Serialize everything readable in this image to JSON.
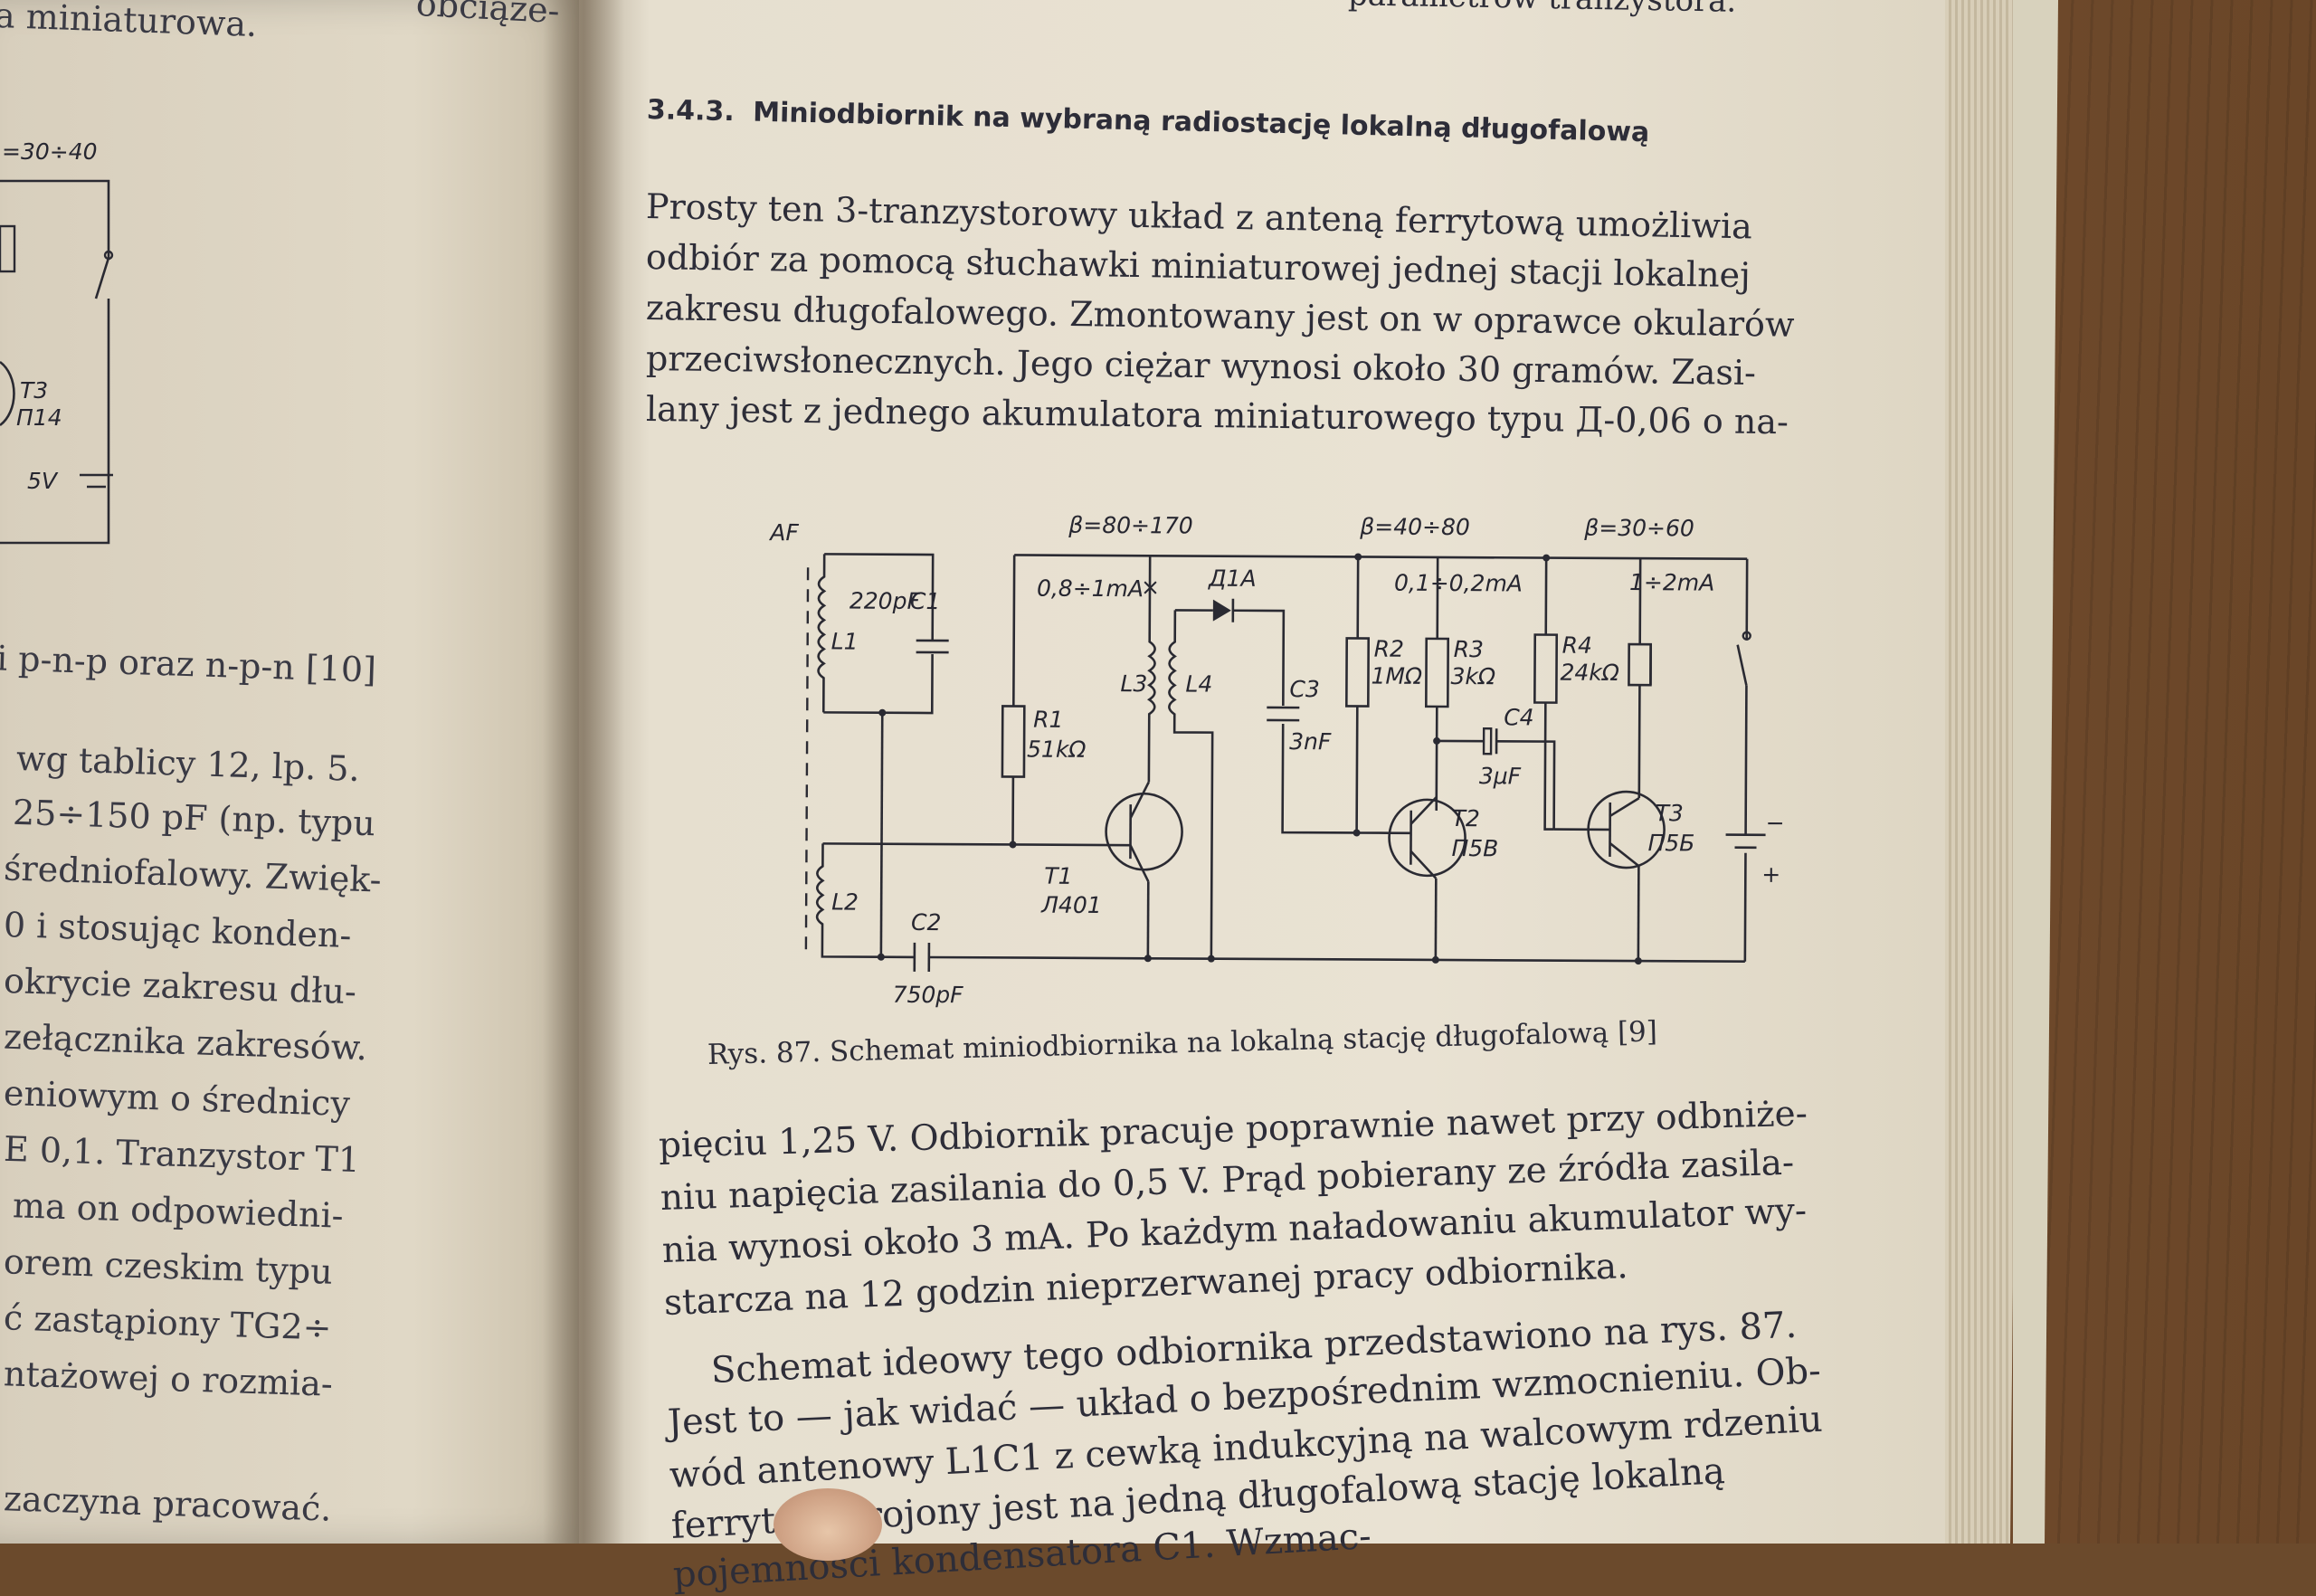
{
  "left_page": {
    "top_fragment": "a miniaturowa.",
    "top_fragment_right": "obciąże-",
    "beta_label": "=30÷40",
    "t3_label": "T3",
    "t3_type": "П14",
    "battery_label": "5V",
    "lines": [
      "i p-n-p oraz n-p-n [10]",
      "wg tablicy 12, lp. 5.",
      "25÷150 pF (np. typu",
      "średniofalowy. Zwięk-",
      "0 i stosując konden-",
      "okrycie zakresu dłu-",
      "zełącznika zakresów.",
      "eniowym o średnicy",
      "E 0,1. Tranzystor T1",
      "ma on odpowiedni-",
      "orem czeskim typu",
      "ć zastąpiony TG2÷",
      "ntażowej o rozmia-",
      "zaczyna pracować."
    ]
  },
  "right_page": {
    "top_fragment": "parametrów tranzystora.",
    "heading_number": "3.4.3.",
    "heading_title": "Miniodbiornik na wybraną radiostację lokalną długofalową",
    "paragraph1": [
      "Prosty ten 3-tranzystorowy układ z anteną ferrytową umożliwia",
      "odbiór za pomocą słuchawki miniaturowej jednej stacji lokalnej",
      "zakresu długofalowego. Zmontowany jest on w oprawce okularów",
      "przeciwsłonecznych. Jego ciężar wynosi około 30 gramów. Zasi-",
      "lany jest z jednego akumulatora miniaturowego typu Д-0,06 o na-"
    ],
    "caption": "Rys. 87. Schemat miniodbiornika na lokalną stację długofalową [9]",
    "paragraph2": [
      "pięciu 1,25 V. Odbiornik pracuje poprawnie nawet przy odbniże-",
      "niu napięcia zasilania do 0,5 V. Prąd pobierany ze źródła zasila-",
      "nia wynosi około 3 mA. Po każdym naładowaniu akumulator wy-",
      "starcza na 12 godzin nieprzerwanej pracy odbiornika."
    ],
    "paragraph3": [
      "Schemat ideowy tego odbiornika przedstawiono na rys. 87.",
      "Jest to — jak widać — układ o bezpośrednim wzmocnieniu. Ob-",
      "wód antenowy L1C1 z cewką indukcyjną na walcowym rdzeniu",
      "ferryt      nastrojony jest na jedną długofalową stację lokalną",
      "               pojemności kondensatora C1. Wzmac-"
    ]
  },
  "schematic": {
    "af": "AF",
    "beta1": "β=80÷170",
    "beta2": "β=40÷80",
    "beta3": "β=30÷60",
    "c1_value": "220pF",
    "c1": "C1",
    "l1": "L1",
    "l2": "L2",
    "c2": "C2",
    "c2_value": "750pF",
    "current1": "0,8÷1mA",
    "d1": "Д1А",
    "l3": "L3",
    "l4": "L4",
    "c3": "C3",
    "c3_value": "3nF",
    "r1": "R1",
    "r1_value": "51kΩ",
    "t1": "T1",
    "t1_type": "Л401",
    "r2": "R2",
    "r2_value": "1MΩ",
    "current2": "0,1÷0,2mA",
    "r3": "R3",
    "r3_value": "3kΩ",
    "c4": "C4",
    "c4_value": "3μF",
    "t2": "T2",
    "t2_type": "П5В",
    "current3": "1÷2mA",
    "r4": "R4",
    "r4_value": "24kΩ",
    "t3": "T3",
    "t3_type": "П5Б",
    "minus": "−",
    "plus": "+"
  }
}
